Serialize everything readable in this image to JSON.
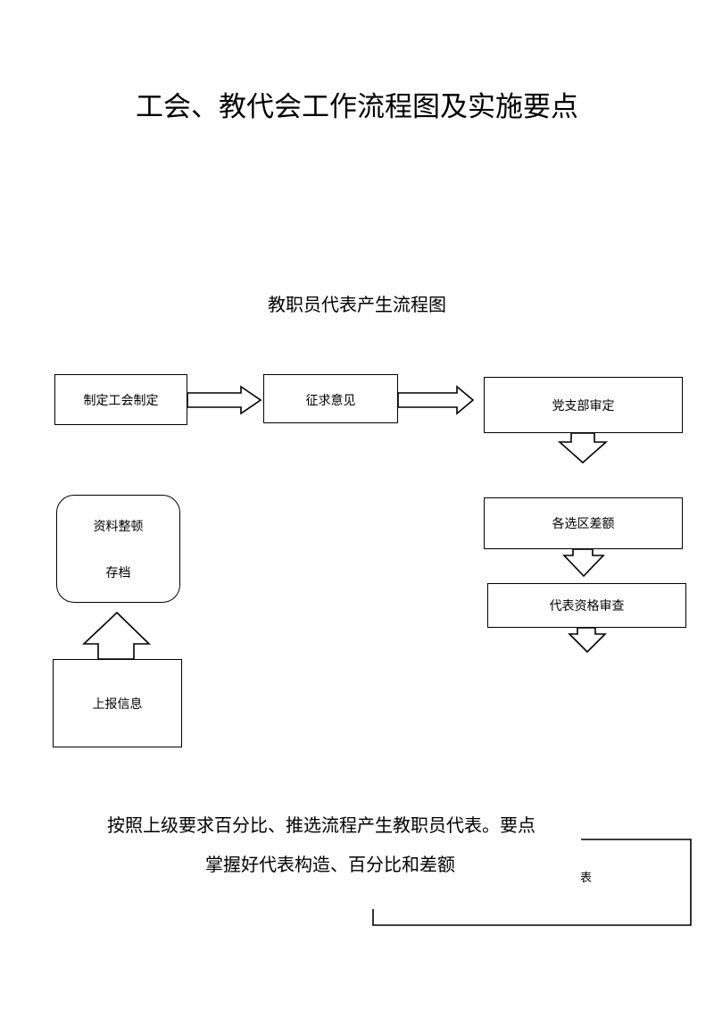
{
  "page": {
    "title": "工会、教代会工作流程图及实施要点",
    "subtitle": "教职员代表产生流程图"
  },
  "flow": {
    "step_make_rule": "制定工会制定",
    "step_collect": "征求意见",
    "step_party_review": "党支部审定",
    "step_district_quota": "各选区差额",
    "step_qualification": "代表资格审查",
    "step_archive_line1": "资料整顿",
    "step_archive_line2": "存档",
    "step_report": "上报信息"
  },
  "notes": {
    "line1": "按照上级要求百分比、推选流程产生教职员代表。要点",
    "line2": "掌握好代表构造、百分比和差额",
    "fragment": "表"
  }
}
